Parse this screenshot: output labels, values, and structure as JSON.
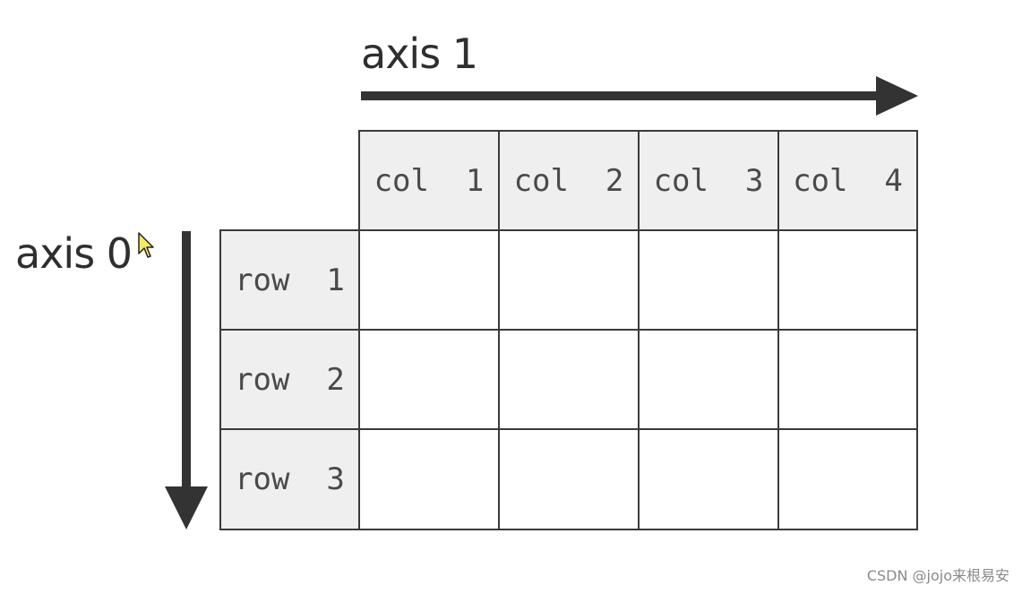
{
  "axis_top": {
    "label": "axis 1"
  },
  "axis_left": {
    "label": "axis 0"
  },
  "table": {
    "columns": [
      "col  1",
      "col  2",
      "col  3",
      "col  4"
    ],
    "rows": [
      "row  1",
      "row  2",
      "row  3"
    ]
  },
  "colors": {
    "header_fill": "#efefef",
    "border": "#3a3a3a",
    "arrow": "#333333",
    "text": "#4a4a4a"
  },
  "icons": {
    "cursor": "mouse-pointer-icon"
  },
  "watermark": {
    "text": "CSDN @jojo来根易安"
  }
}
